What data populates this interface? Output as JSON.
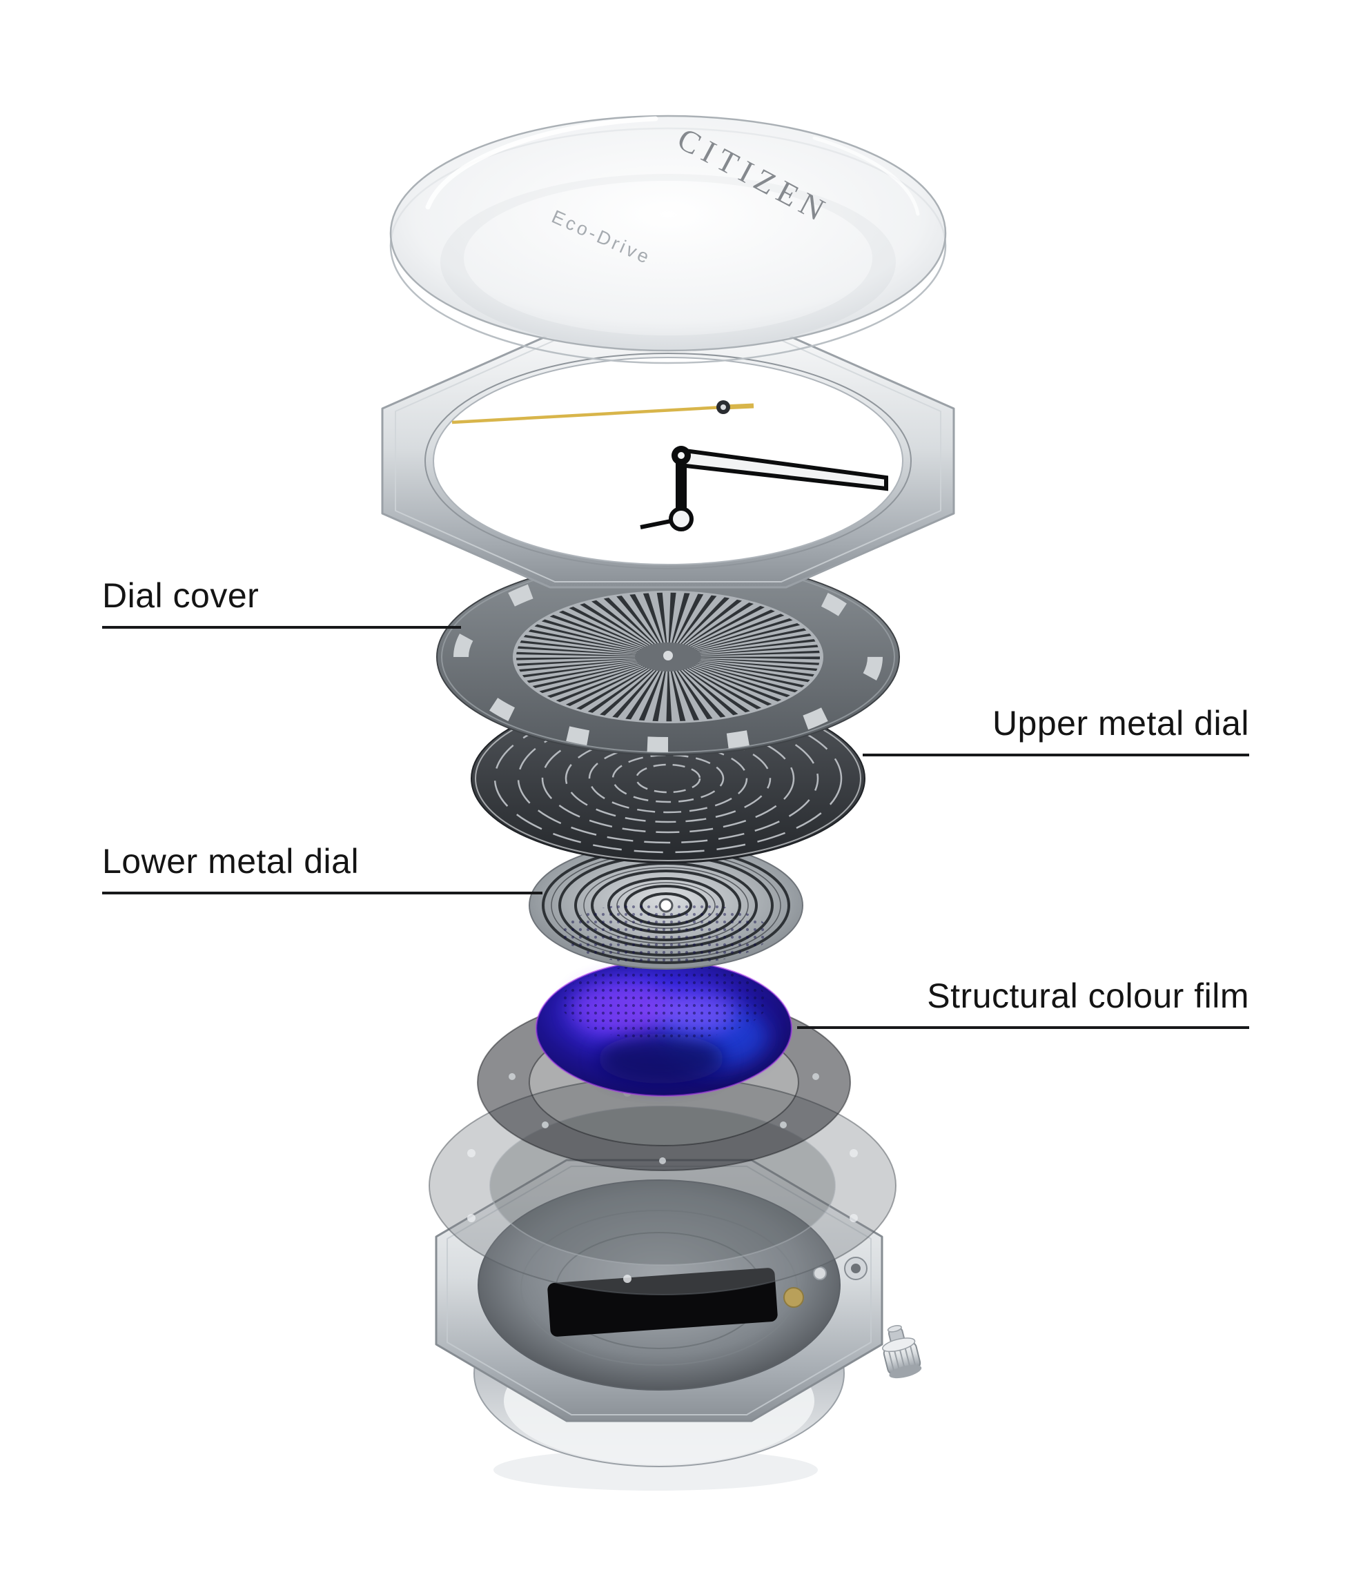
{
  "artwork": {
    "brand": "CITIZEN",
    "model_text": "Eco-Drive"
  },
  "labels": {
    "dial_cover": "Dial cover",
    "upper_metal_dial": "Upper metal dial",
    "lower_metal_dial": "Lower metal dial",
    "structural_colour_film": "Structural colour film"
  },
  "components": [
    "crystal-glass",
    "bezel-ring-with-hands",
    "dial-cover",
    "upper-metal-dial",
    "lower-metal-dial",
    "structural-colour-film",
    "movement-spacer-ring",
    "case-back-ring",
    "watch-case",
    "crown"
  ],
  "colors": {
    "background": "#ffffff",
    "label_text": "#141414",
    "leader_line": "#17181a",
    "structural_film_blue": "#2a1bd4",
    "structural_film_purple": "#7a3df2",
    "metal_light": "#d8dcdf",
    "metal_dark": "#34383c",
    "gold_hand": "#d8b54a"
  }
}
